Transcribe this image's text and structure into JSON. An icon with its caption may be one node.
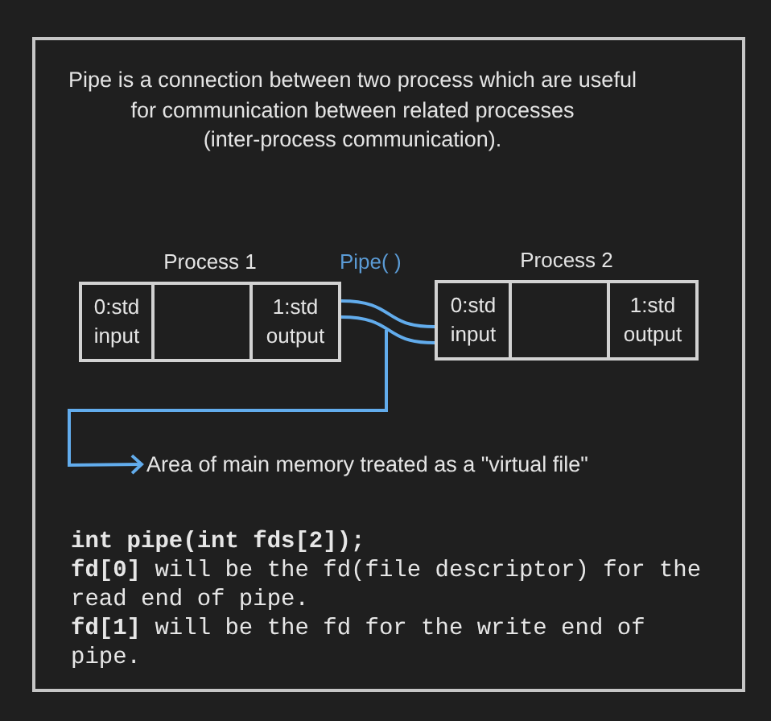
{
  "diagram": {
    "nodes": [
      {
        "text": [
          "Pipe is a connection between two process which are useful for communication between related processes (inter-process communication).",
          "int pipe(int fds[2]);",
          "**fd[0]** will be the fd(file descriptor) for the read end of pipe.",
          "**fd[1]** will be the fd for the write end of pipe."
        ]
      },
      {
        "text": [
          "Process 1"
        ],
        "in": 0
      },
      {
        "text": [
          "0:std input"
        ],
        "in": 1
      },
      {
        "text": [],
        "shape": "box",
        "in": 1
      },
      {
        "text": [
          "1:std output"
        ],
        "in": 1
      },
      {
        "text": [
          "Process 2"
        ],
        "in": 0
      },
      {
        "text": [
          "0:std input"
        ],
        "in": 5
      },
      {
        "text": [],
        "shape": "box",
        "in": 5
      },
      {
        "text": [
          "1:std output"
        ],
        "in": 5
      },
      {
        "text": [
          "Area of main memory treated as a \"virtual file\""
        ],
        "in": 0
      }
    ],
    "edges": [
      {
        "from": 4,
        "to": 6,
        "arrow": "none",
        "label": "Pipe( )"
      },
      {
        "from": 4,
        "to": 6,
        "arrow": "none"
      },
      {
        "from": null,
        "to": 9,
        "arrow": "to"
      }
    ]
  }
}
